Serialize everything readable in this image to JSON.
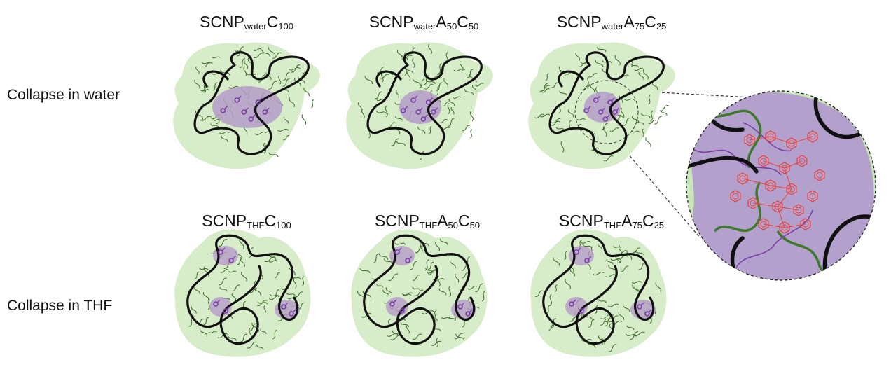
{
  "row_labels": {
    "water": "Collapse in water",
    "thf": "Collapse in THF"
  },
  "titles": {
    "w1": {
      "main": "SCNP",
      "solvent": "water",
      "a_letter": "",
      "a_sub": "",
      "c_letter": "C",
      "c_sub": "100"
    },
    "w2": {
      "main": "SCNP",
      "solvent": "water",
      "a_letter": "A",
      "a_sub": "50",
      "c_letter": "C",
      "c_sub": "50"
    },
    "w3": {
      "main": "SCNP",
      "solvent": "water",
      "a_letter": "A",
      "a_sub": "75",
      "c_letter": "C",
      "c_sub": "25"
    },
    "t1": {
      "main": "SCNP",
      "solvent": "THF",
      "a_letter": "",
      "a_sub": "",
      "c_letter": "C",
      "c_sub": "100"
    },
    "t2": {
      "main": "SCNP",
      "solvent": "THF",
      "a_letter": "A",
      "a_sub": "50",
      "c_letter": "C",
      "c_sub": "50"
    },
    "t3": {
      "main": "SCNP",
      "solvent": "THF",
      "a_letter": "A",
      "a_sub": "75",
      "c_letter": "C",
      "c_sub": "25"
    }
  },
  "colors": {
    "halo": "#d7ecc8",
    "backbone": "#111111",
    "squiggle": "#3c6b2a",
    "core": "#b59cc8",
    "linker": "#7a3fa8",
    "aromatic": "#e8403a",
    "zoom_bg": "#c8e6b8",
    "zoom_core": "#b4a0cc",
    "zoom_green": "#3f7a2c"
  }
}
